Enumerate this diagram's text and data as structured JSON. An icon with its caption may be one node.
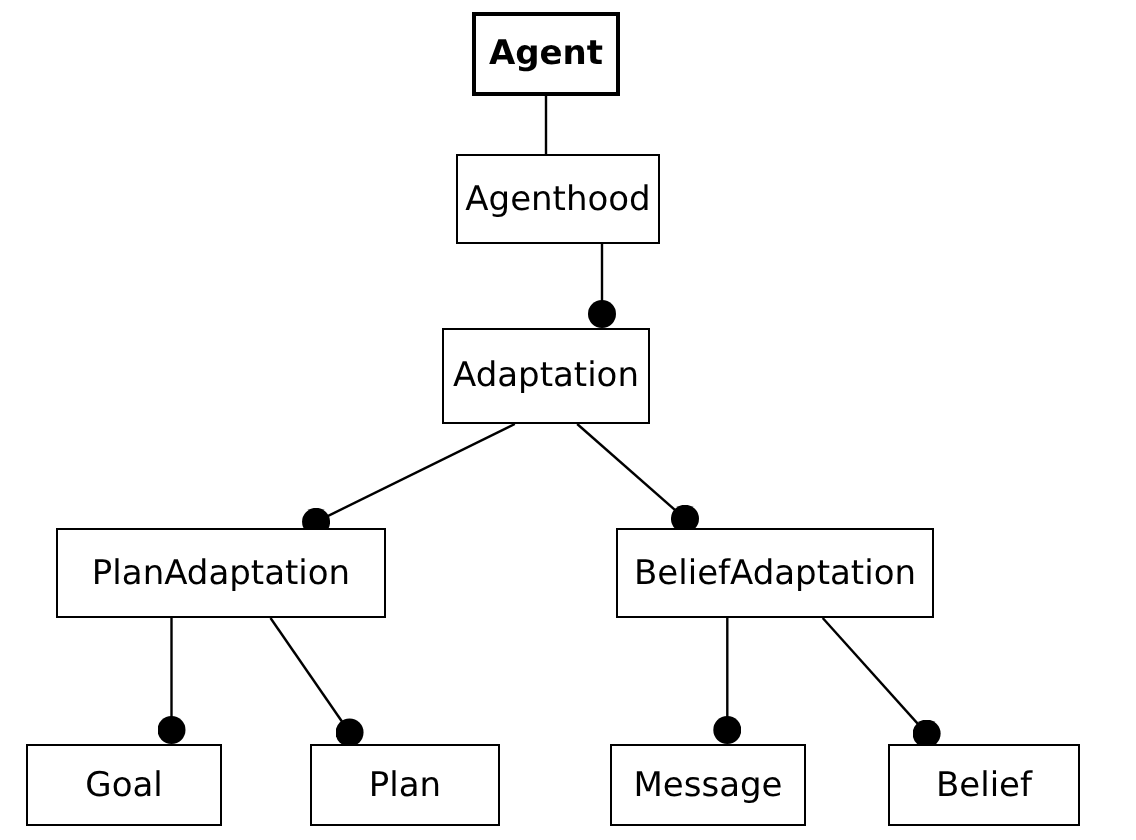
{
  "diagram": {
    "nodes": [
      {
        "text": [
          "Agent"
        ]
      },
      {
        "text": [
          "Agenthood"
        ]
      },
      {
        "text": [
          "Adaptation"
        ]
      },
      {
        "text": [
          "PlanAdaptation"
        ]
      },
      {
        "text": [
          "BeliefAdaptation"
        ]
      },
      {
        "text": [
          "Goal"
        ]
      },
      {
        "text": [
          "Plan"
        ]
      },
      {
        "text": [
          "Message"
        ]
      },
      {
        "text": [
          "Belief"
        ]
      }
    ],
    "edges": [
      {
        "from": 0,
        "to": 1,
        "arrow": "none"
      },
      {
        "from": 1,
        "to": 2,
        "arrow": "other"
      },
      {
        "from": 2,
        "to": 3,
        "arrow": "other"
      },
      {
        "from": 2,
        "to": 4,
        "arrow": "other"
      },
      {
        "from": 3,
        "to": 5,
        "arrow": "other"
      },
      {
        "from": 3,
        "to": 6,
        "arrow": "other"
      },
      {
        "from": 4,
        "to": 7,
        "arrow": "other"
      },
      {
        "from": 4,
        "to": 8,
        "arrow": "other"
      }
    ]
  }
}
